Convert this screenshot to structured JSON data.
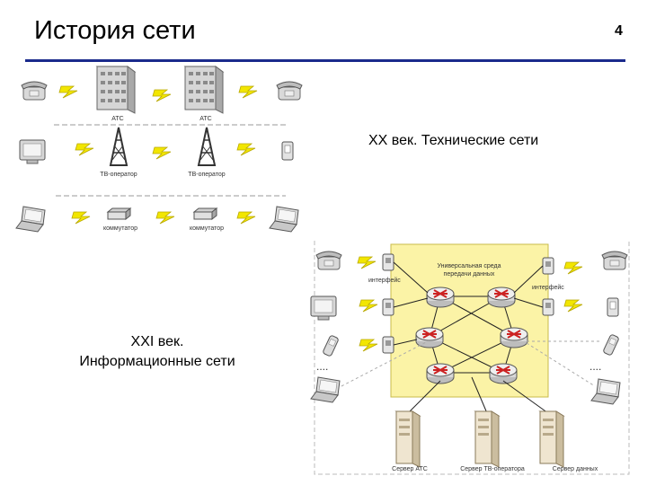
{
  "slide": {
    "title": "История сети",
    "page_number": "4"
  },
  "captions": {
    "xx_century": "XX век. Технические сети",
    "xxi_century_line1": "XXI век.",
    "xxi_century_line2": "Информационные сети"
  },
  "top_diagram": {
    "row1": {
      "left_node": "АТС",
      "right_node": "АТС"
    },
    "row2": {
      "left_node": "ТВ-оператор",
      "right_node": "ТВ-оператор"
    },
    "row3": {
      "left_node": "коммутатор",
      "right_node": "коммутатор"
    }
  },
  "bottom_diagram": {
    "cloud_label_line1": "Универсальная среда",
    "cloud_label_line2": "передачи данных",
    "interface_left": "интерфейс",
    "interface_right": "интерфейс",
    "ellipsis_left": "....",
    "ellipsis_right": "....",
    "server_atc": "Сервер АТС",
    "server_tv": "Сервер ТВ-оператора",
    "server_data": "Сервер данных"
  },
  "colors": {
    "title_rule": "#1a2a8c",
    "lightning": "#f2e600",
    "cloud_fill": "#fbf3a6",
    "router_red": "#cc2222"
  },
  "icons": [
    "phone-icon",
    "atc-building-icon",
    "tv-monitor-icon",
    "tower-icon",
    "fax-icon",
    "laptop-icon",
    "switch-icon",
    "router-icon",
    "server-icon",
    "lightning-icon",
    "mobile-phone-icon",
    "interface-jack-icon"
  ]
}
